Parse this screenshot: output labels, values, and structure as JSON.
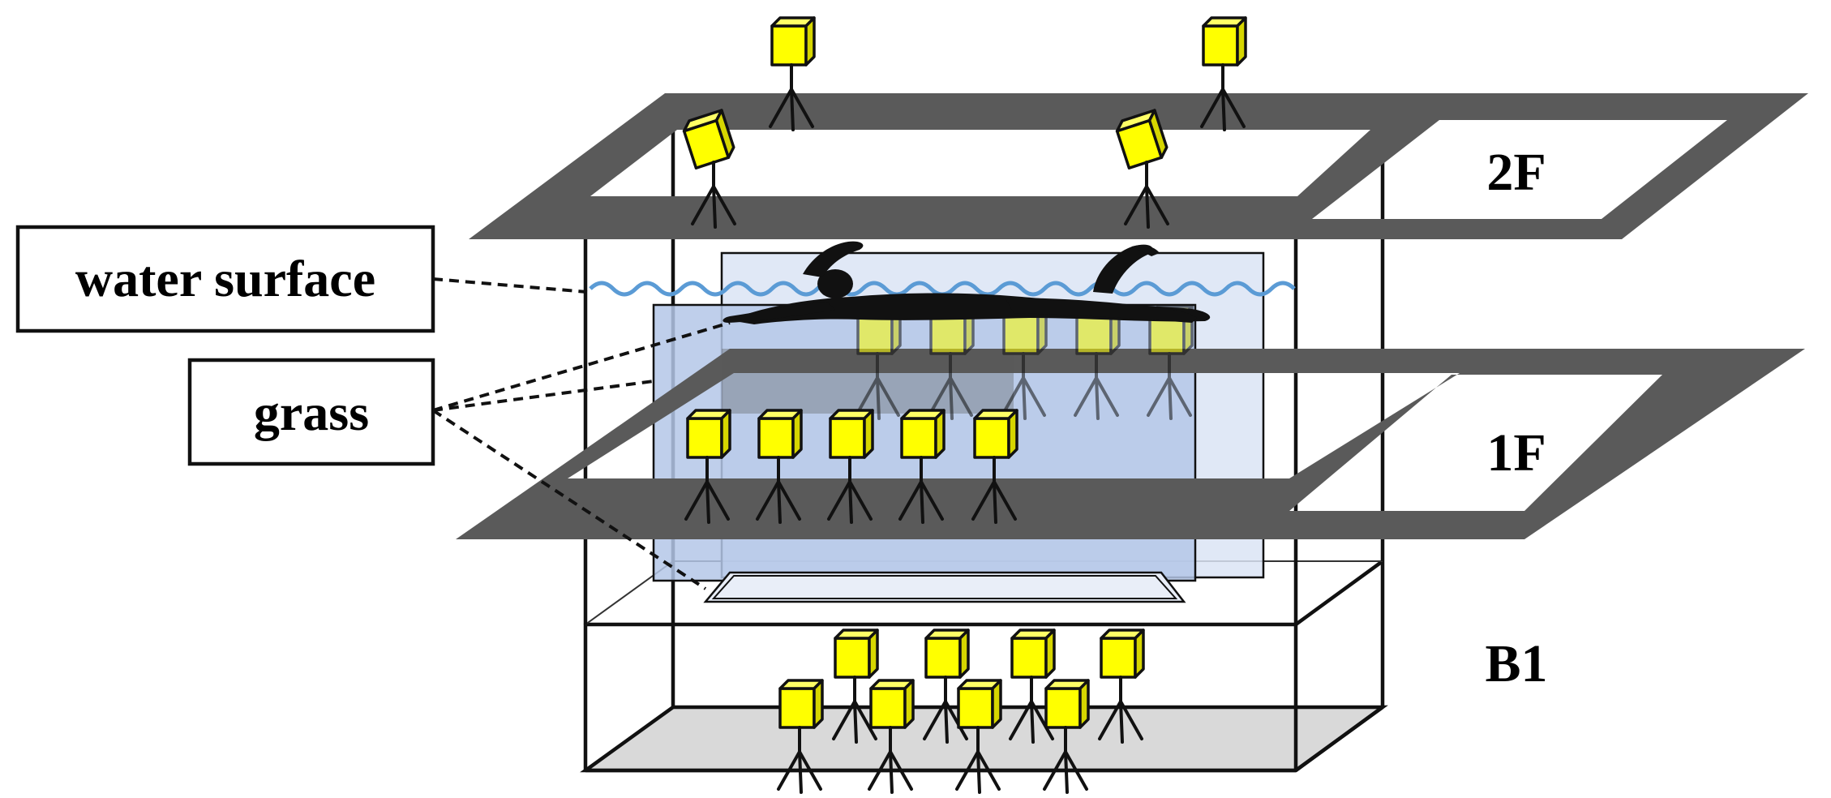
{
  "callouts": {
    "water_surface": "water surface",
    "grass": "grass"
  },
  "floors": {
    "f2": "2F",
    "f1": "1F",
    "b1": "B1"
  },
  "colors": {
    "slab": "#5a5a5a",
    "camera": "#ffff00",
    "water_wave": "#5b9bd5",
    "glass": "#b4c7e7",
    "swimmer": "#111111",
    "pool_floor": "#d9d9d9"
  },
  "icons": {
    "camera": "camera-on-tripod-icon",
    "swimmer": "swimmer-silhouette-icon"
  }
}
